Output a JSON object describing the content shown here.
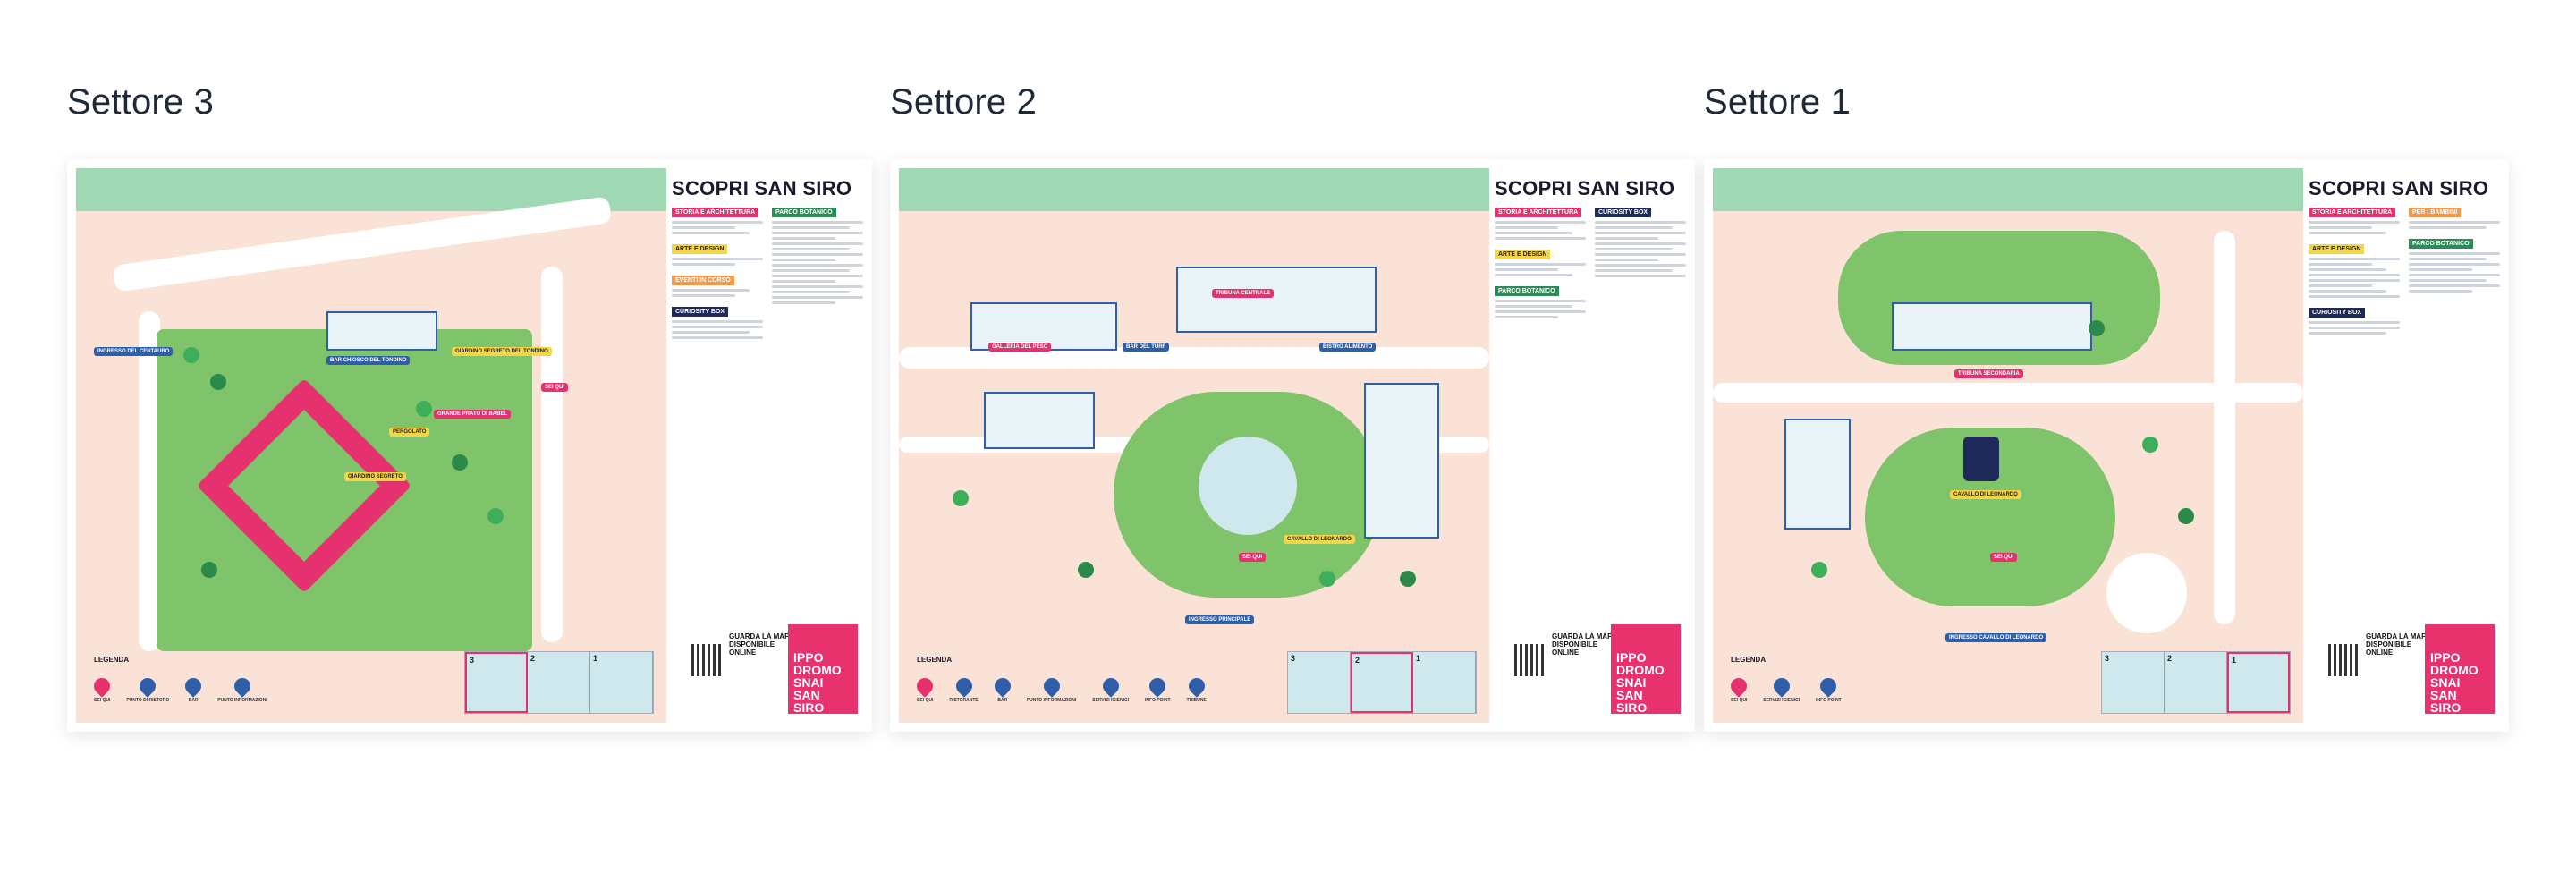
{
  "sectors": [
    {
      "title": "Settore 3",
      "brand": "SCOPRI SAN SIRO",
      "sections": [
        "STORIA E ARCHITETTURA",
        "PARCO BOTANICO",
        "ARTE E DESIGN",
        "EVENTI IN CORSO",
        "CURIOSITY BOX"
      ],
      "legend_title": "LEGENDA",
      "qr_label": "GUARDA LA MAPPA DISPONIBILE ONLINE",
      "logo": "IPPO DROMO SNAI SAN SIRO",
      "minimap_labels": [
        "3",
        "2",
        "1"
      ],
      "active_segment": 0,
      "map_labels": [
        "INGRESSO DEL CENTAURO",
        "BAR CHIOSCO DEL TONDINO",
        "GIARDINO SEGRETO DEL TONDINO",
        "PERGOLATO",
        "GRANDE PRATO DI BABEL",
        "GIARDINO SEGRETO",
        "SEI QUI"
      ],
      "pin_legend": [
        "SEI QUI",
        "PUNTO DI RISTORO",
        "BAR",
        "PUNTO INFORMAZIONI"
      ]
    },
    {
      "title": "Settore 2",
      "brand": "SCOPRI SAN SIRO",
      "sections": [
        "STORIA E ARCHITETTURA",
        "CURIOSITY BOX",
        "ARTE E DESIGN",
        "PARCO BOTANICO"
      ],
      "legend_title": "LEGENDA",
      "qr_label": "GUARDA LA MAPPA DISPONIBILE ONLINE",
      "logo": "IPPO DROMO SNAI SAN SIRO",
      "minimap_labels": [
        "3",
        "2",
        "1"
      ],
      "active_segment": 1,
      "map_labels": [
        "TRIBUNA CENTRALE",
        "BAR DEL TURF",
        "BISTRO ALIMENTO",
        "INGRESSO PRINCIPALE",
        "SEI QUI",
        "CAVALLO DI LEONARDO",
        "GALLERIA DEL PESO"
      ],
      "pin_legend": [
        "SEI QUI",
        "RISTORANTE",
        "BAR",
        "PUNTO INFORMAZIONI",
        "SERVIZI IGIENICI",
        "INFO POINT",
        "TRIBUNE"
      ]
    },
    {
      "title": "Settore 1",
      "brand": "SCOPRI SAN SIRO",
      "sections": [
        "STORIA E ARCHITETTURA",
        "PER I BAMBINI",
        "ARTE E DESIGN",
        "PARCO BOTANICO",
        "CURIOSITY BOX"
      ],
      "legend_title": "LEGENDA",
      "qr_label": "GUARDA LA MAPPA DISPONIBILE ONLINE",
      "logo": "IPPO DROMO SNAI SAN SIRO",
      "minimap_labels": [
        "3",
        "2",
        "1"
      ],
      "active_segment": 2,
      "map_labels": [
        "TRIBUNA SECONDARIA",
        "CAVALLO DI LEONARDO",
        "SEI QUI",
        "INGRESSO CAVALLO DI LEONARDO"
      ],
      "pin_legend": [
        "SEI QUI",
        "SERVIZI IGIENICI",
        "INFO POINT"
      ]
    }
  ],
  "colors": {
    "pink": "#e5326e",
    "green": "#2e8b57",
    "map_bg": "#fbe2d6",
    "lawn": "#7fc46a"
  }
}
